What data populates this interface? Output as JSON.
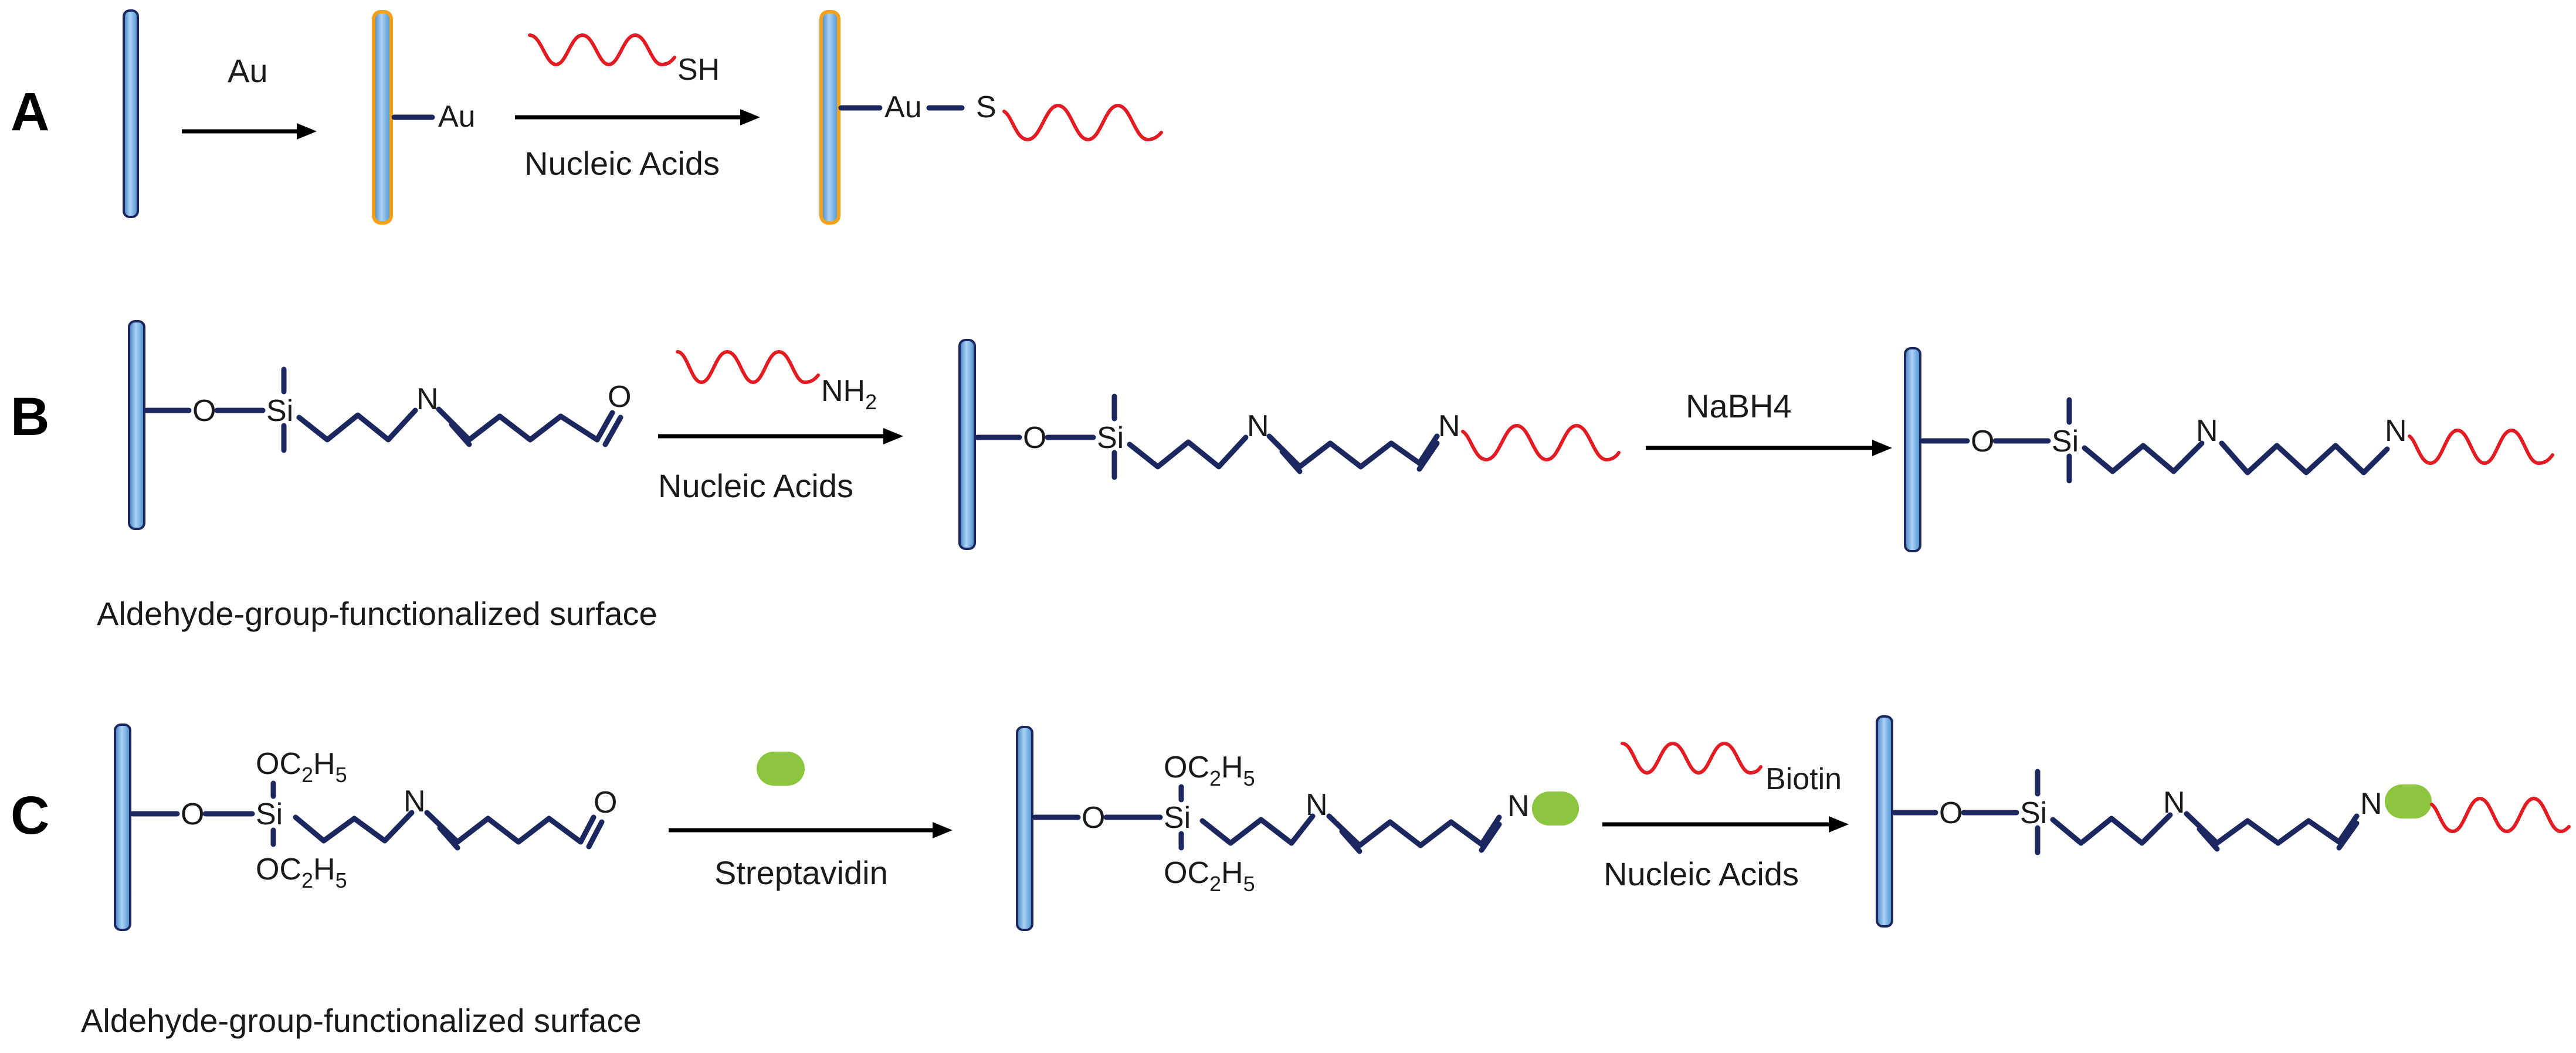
{
  "colors": {
    "substrate_fill": "#7fb6e6",
    "substrate_stroke": "#1c2760",
    "gold_coating": "#f4a21a",
    "linker_chain": "#1c2760",
    "nucleic_acid_strand": "#e31b23",
    "streptavidin": "#8cc63f",
    "arrow": "#000000"
  },
  "icons": {
    "substrate": "glass-slide-icon",
    "nucleic_acid": "wavy-strand-icon",
    "streptavidin": "green-bead-icon"
  },
  "row_a": {
    "letter": "A",
    "step1_reagent": "Au",
    "gold_label": "Au",
    "strand_end_group": "SH",
    "step2_reagent": "Nucleic Acids",
    "product_au": "Au",
    "product_s": "S"
  },
  "row_b": {
    "letter": "B",
    "oxygen": "O",
    "silicon": "Si",
    "nitrogen": "N",
    "aldehyde_oxygen": "O",
    "amine_group": "NH",
    "amine_subscript": "2",
    "step1_reagent": "Nucleic Acids",
    "step2_reagent": "NaBH4",
    "caption": "Aldehyde-group-functionalized surface"
  },
  "row_c": {
    "letter": "C",
    "oxygen": "O",
    "silicon": "Si",
    "nitrogen": "N",
    "aldehyde_oxygen": "O",
    "ethoxy_prefix": "OC",
    "ethoxy_c_sub": "2",
    "ethoxy_h": "H",
    "ethoxy_h_sub": "5",
    "step1_reagent": "Streptavidin",
    "biotin": "Biotin",
    "step2_reagent": "Nucleic Acids",
    "caption": "Aldehyde-group-functionalized surface"
  }
}
